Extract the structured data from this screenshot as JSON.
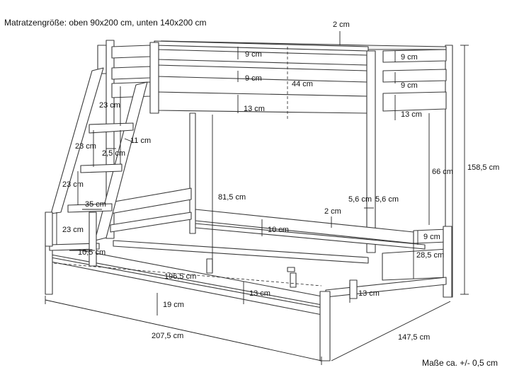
{
  "header": {
    "mattress_note": "Matratzengröße: oben 90x200 cm, unten 140x200 cm"
  },
  "footer": {
    "tolerance": "Maße ca. +/- 0,5 cm"
  },
  "dimensions": {
    "rail_thickness_top": "2 cm",
    "upper_rail_1": "9 cm",
    "upper_rail_2": "9 cm",
    "upper_rail_3": "13 cm",
    "guard_height": "44 cm",
    "side_rail_1": "9 cm",
    "side_rail_2": "9 cm",
    "side_rail_3": "13 cm",
    "clearance_upper": "66 cm",
    "total_height": "158,5 cm",
    "ladder_gap_1": "23 cm",
    "ladder_gap_2": "23 cm",
    "ladder_gap_3": "23 cm",
    "ladder_gap_4": "23 cm",
    "ladder_rail": "11 cm",
    "rung_thickness": "2,5 cm",
    "rung_width": "35 cm",
    "ladder_foot": "10,5 cm",
    "lower_clearance": "81,5 cm",
    "post_width_1": "5,6 cm",
    "post_width_2": "5,6 cm",
    "slat_thickness": "2 cm",
    "lower_rail": "10 cm",
    "lower_side_rail": "9 cm",
    "lower_side_height": "28,5 cm",
    "inner_length": "196,5 cm",
    "front_rail": "13 cm",
    "end_rail": "13 cm",
    "floor_clearance": "19 cm",
    "total_length": "207,5 cm",
    "total_width": "147,5 cm"
  }
}
